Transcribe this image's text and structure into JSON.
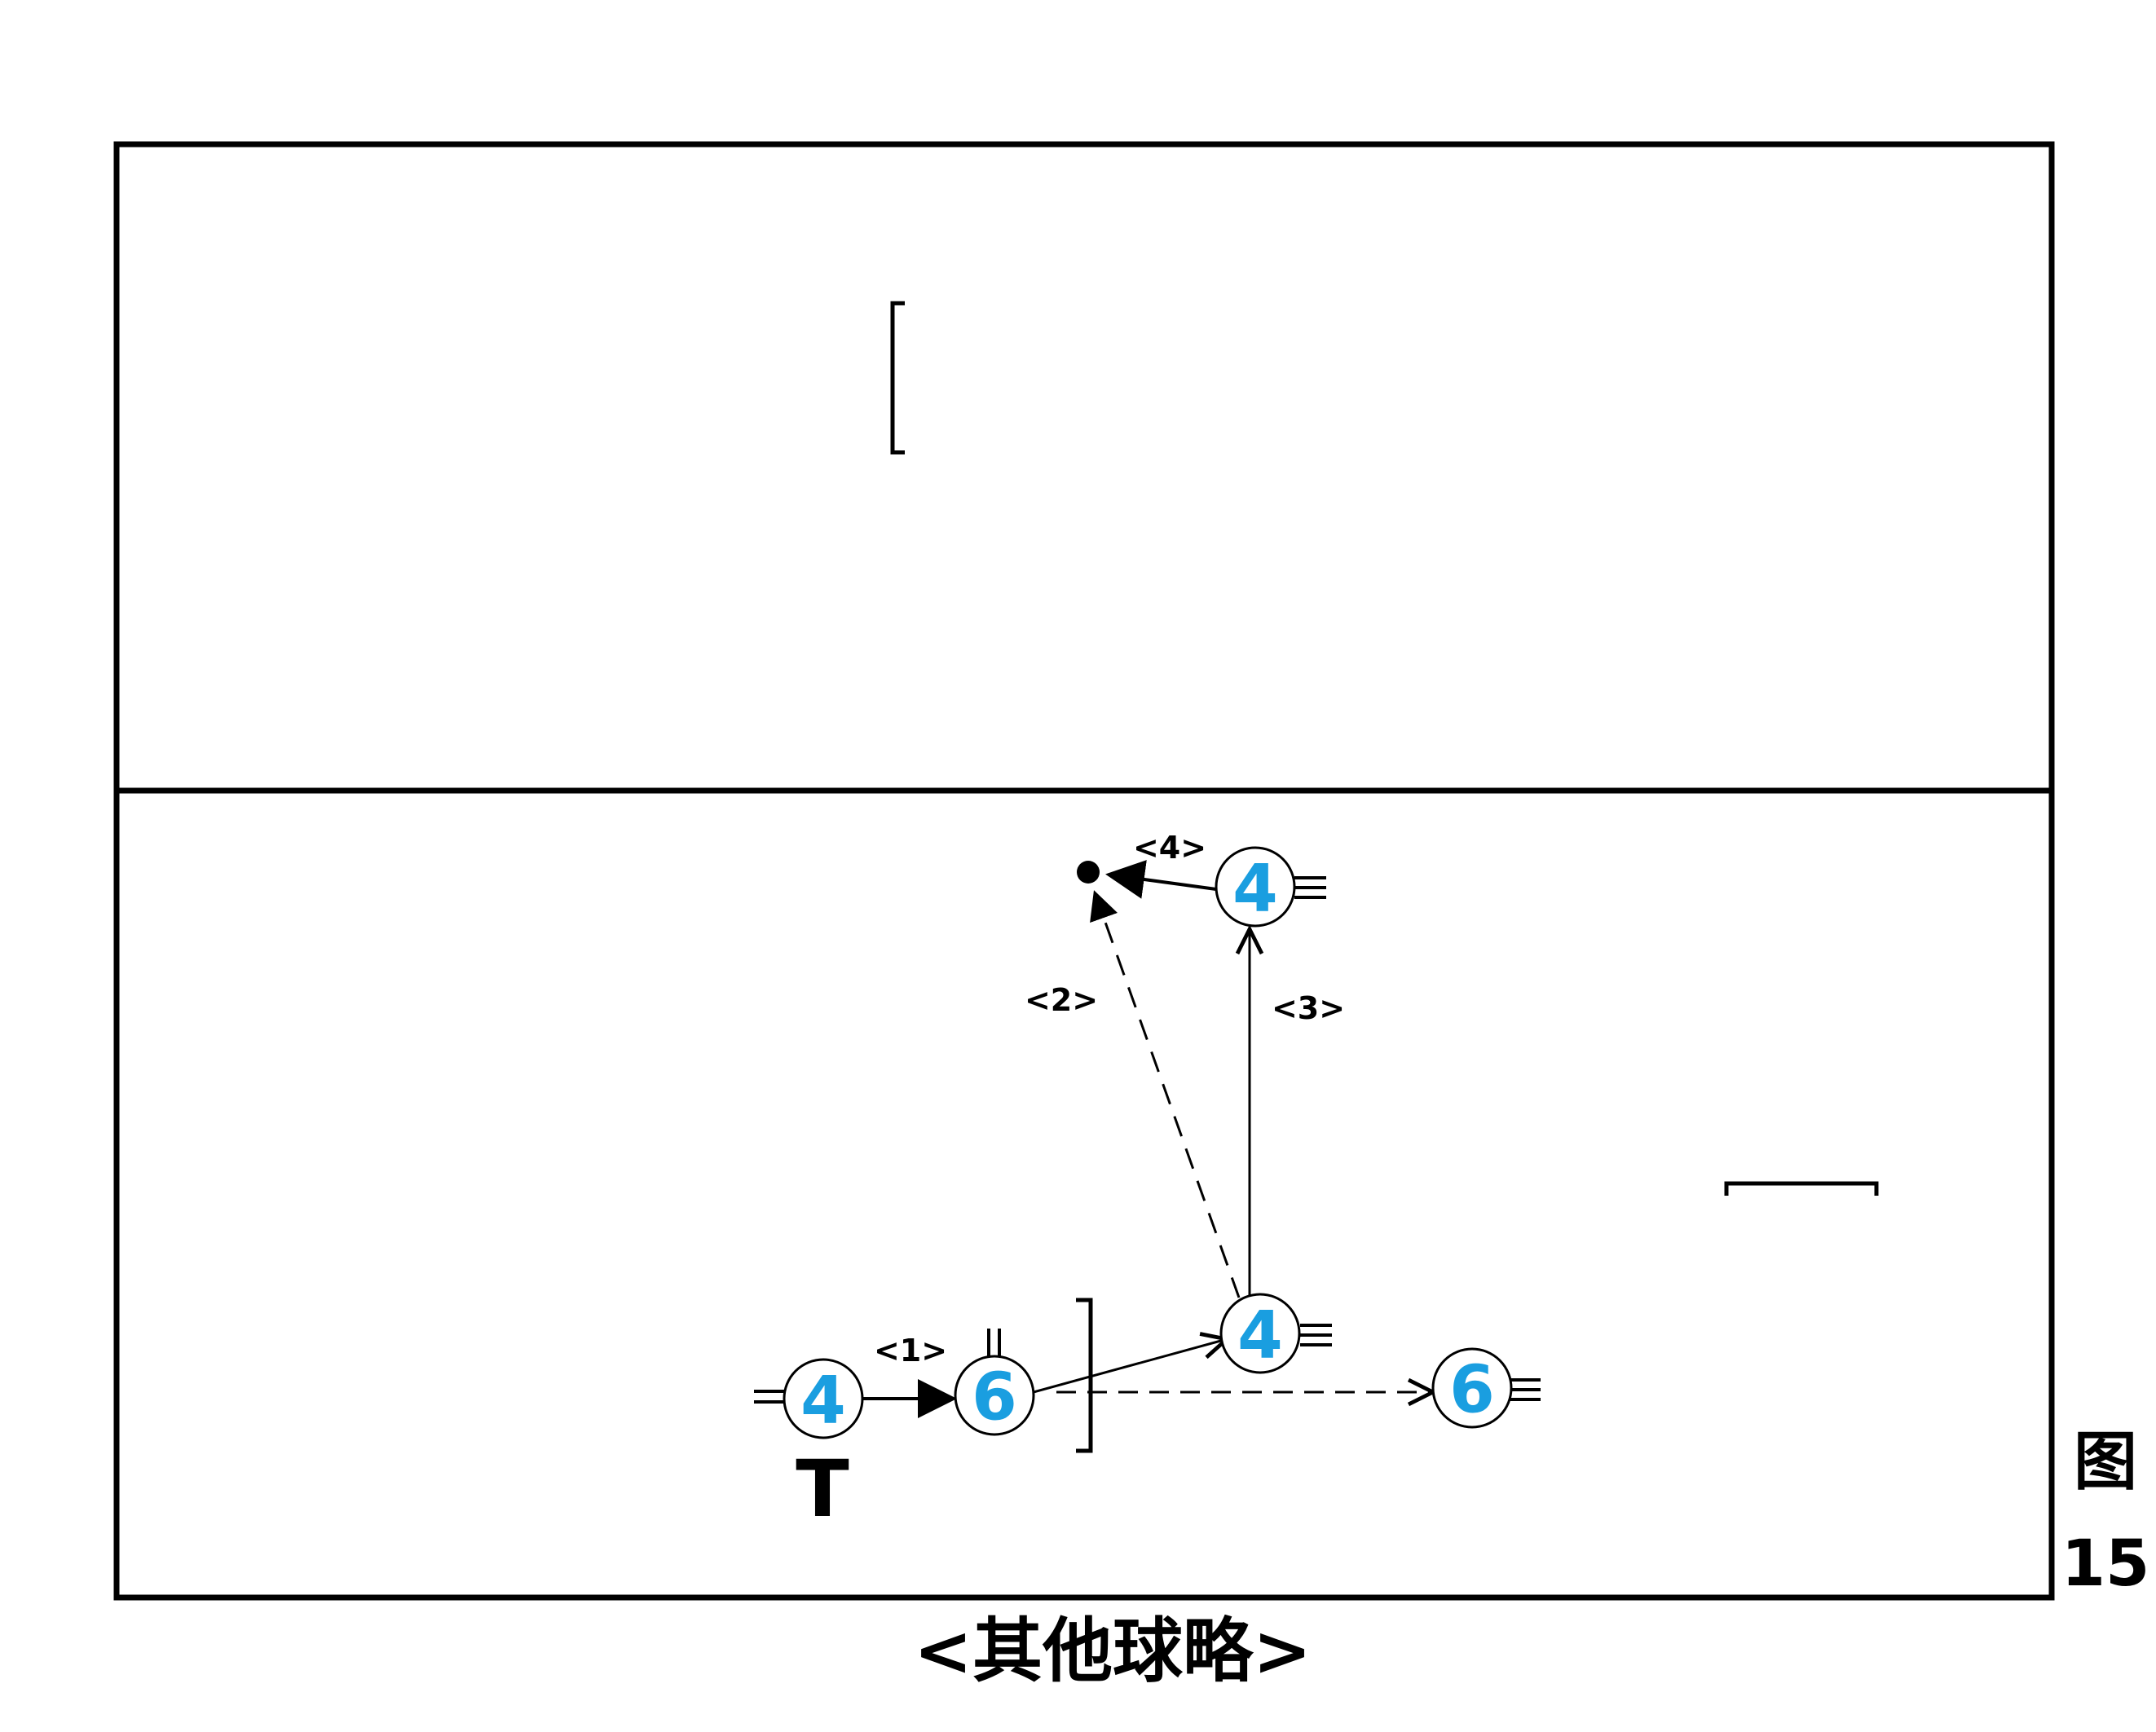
{
  "colors": {
    "player_number": "#1a9ee0",
    "lines": "#000000",
    "circle_fill": "#ffffff"
  },
  "players": [
    {
      "id": "p1",
      "number": "4"
    },
    {
      "id": "p2",
      "number": "6"
    },
    {
      "id": "p3",
      "number": "4"
    },
    {
      "id": "p4",
      "number": "6"
    },
    {
      "id": "p5",
      "number": "4"
    }
  ],
  "steps": [
    {
      "id": "s1",
      "label": "<1>"
    },
    {
      "id": "s2",
      "label": "<2>"
    },
    {
      "id": "s3",
      "label": "<3>"
    },
    {
      "id": "s4",
      "label": "<4>"
    }
  ],
  "marker_label": "T",
  "figure": {
    "label_char": "图",
    "label_number": "15"
  },
  "caption": "<其他球略>"
}
